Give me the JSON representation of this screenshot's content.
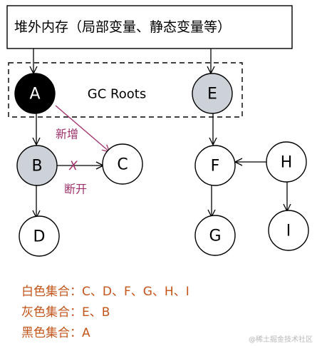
{
  "header_box": {
    "label": "堆外内存（局部变量、静态变量等）"
  },
  "roots_group": {
    "label": "GC Roots"
  },
  "colors": {
    "white": "#ffffff",
    "gray": "#cdd2d9",
    "black": "#000000",
    "modification": "#a0306a",
    "legend_text": "#c3541a"
  },
  "nodes": [
    {
      "id": "A",
      "label": "A",
      "fill": "black"
    },
    {
      "id": "B",
      "label": "B",
      "fill": "gray"
    },
    {
      "id": "C",
      "label": "C",
      "fill": "white"
    },
    {
      "id": "D",
      "label": "D",
      "fill": "white"
    },
    {
      "id": "E",
      "label": "E",
      "fill": "gray"
    },
    {
      "id": "F",
      "label": "F",
      "fill": "white"
    },
    {
      "id": "G",
      "label": "G",
      "fill": "white"
    },
    {
      "id": "H",
      "label": "H",
      "fill": "white"
    },
    {
      "id": "I",
      "label": "I",
      "fill": "white"
    }
  ],
  "edges": [
    {
      "from": "header",
      "to": "A"
    },
    {
      "from": "header",
      "to": "E"
    },
    {
      "from": "A",
      "to": "B"
    },
    {
      "from": "B",
      "to": "D"
    },
    {
      "from": "E",
      "to": "F"
    },
    {
      "from": "F",
      "to": "G"
    },
    {
      "from": "H",
      "to": "F"
    },
    {
      "from": "H",
      "to": "I"
    }
  ],
  "annotations": {
    "added_edge": {
      "from": "A",
      "to": "C",
      "label": "新增"
    },
    "removed_edge": {
      "from": "B",
      "to": "C",
      "label": "断开",
      "mark": "X"
    }
  },
  "legend": {
    "white_set": "白色集合：C、D、F、G、H、I",
    "gray_set": "灰色集合：E、B",
    "black_set": "黑色集合：A"
  },
  "watermark": "@稀土掘金技术社区"
}
